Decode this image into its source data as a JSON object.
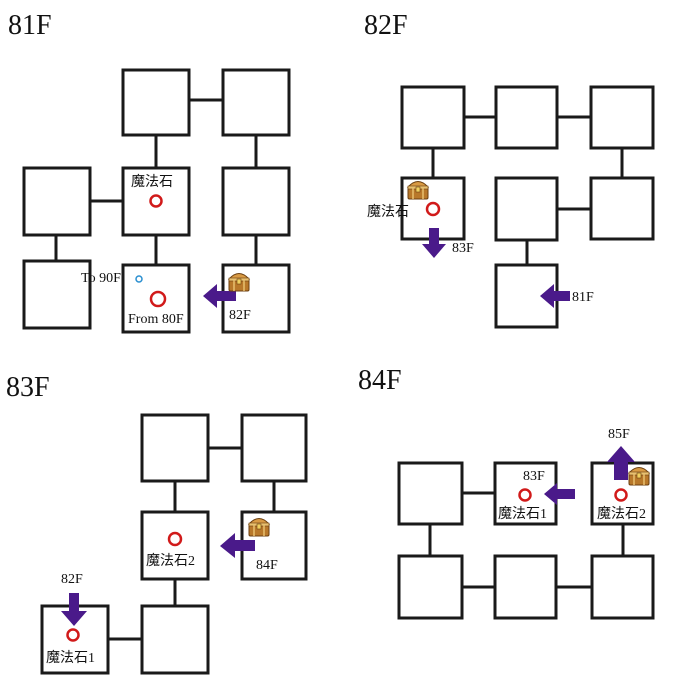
{
  "floors": [
    {
      "id": "81F",
      "title": "81F",
      "labels": {
        "stone": "魔法石",
        "to_90f": "To 90F",
        "from_80f": "From 80F",
        "stairs_82f": "82F"
      }
    },
    {
      "id": "82F",
      "title": "82F",
      "labels": {
        "stone": "魔法石",
        "stairs_83f": "83F",
        "stairs_81f": "81F"
      }
    },
    {
      "id": "83F",
      "title": "83F",
      "labels": {
        "stairs_82f": "82F",
        "stone1": "魔法石1",
        "stone2": "魔法石2",
        "stairs_84f": "84F"
      }
    },
    {
      "id": "84F",
      "title": "84F",
      "labels": {
        "stairs_83f": "83F",
        "stone1": "魔法石1",
        "stairs_85f": "85F",
        "stone2": "魔法石2"
      }
    }
  ],
  "colors": {
    "room_border": "#1a1a1a",
    "stone_marker": "#d11a1a",
    "portal_marker": "#2a8fd0",
    "stairs_arrow": "#4a1a8a",
    "chest": "#c8892e"
  },
  "icons": {
    "chest": "treasure-chest-icon",
    "stone": "magic-stone-marker-icon",
    "portal": "portal-marker-icon",
    "arrow": "stairs-arrow-icon"
  }
}
